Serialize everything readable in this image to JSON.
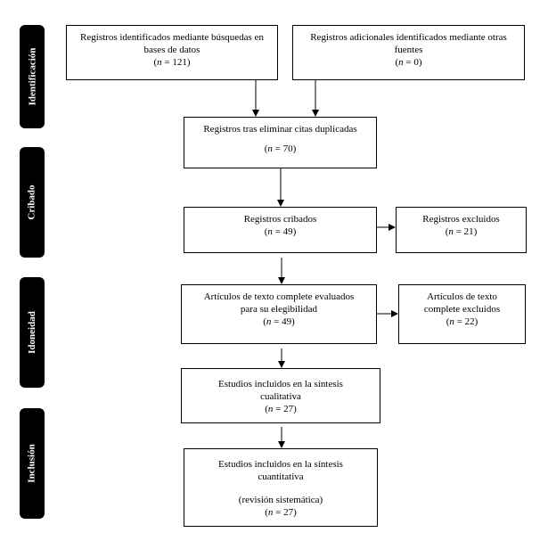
{
  "stages": {
    "identification": "Identificación",
    "screening": "Cribado",
    "eligibility": "Idoneidad",
    "inclusion": "Inclusión"
  },
  "boxes": {
    "db_records": {
      "line1": "Registros identificados mediante búsquedas en",
      "line2": "bases de datos",
      "n": "121"
    },
    "additional_records": {
      "line1": "Registros adicionales identificados mediante otras",
      "line2": "fuentes",
      "n": "0"
    },
    "after_duplicates": {
      "line1": "Registros tras eliminar citas duplicadas",
      "n": "70"
    },
    "screened": {
      "line1": "Registros cribados",
      "n": "49"
    },
    "excluded": {
      "line1": "Registros excluidos",
      "n": "21"
    },
    "fulltext_assessed": {
      "line1": "Artículos de texto complete evaluados",
      "line2": "para su elegibilidad",
      "n": "49"
    },
    "fulltext_excluded": {
      "line1": "Artículos de texto",
      "line2": "complete excluidos",
      "n": "22"
    },
    "qualitative": {
      "line1": "Estudios incluidos en la síntesis",
      "line2": "cualitativa",
      "n": "27"
    },
    "quantitative": {
      "line1": "Estudios incluidos en la síntesis",
      "line2": "cuantitativa",
      "line3": "(revisión sistemática)",
      "n": "27"
    }
  },
  "n_label": "n"
}
